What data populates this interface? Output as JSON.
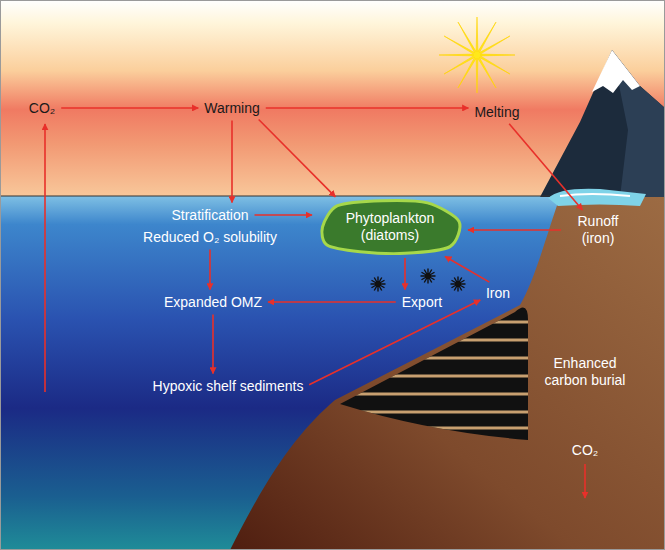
{
  "diagram": {
    "nodes": [
      {
        "text": [
          "CO₂"
        ]
      },
      {
        "text": [
          "Warming"
        ]
      },
      {
        "text": [
          "Melting"
        ]
      },
      {
        "text": [
          "Stratification"
        ]
      },
      {
        "text": [
          "Reduced O₂ solubility"
        ]
      },
      {
        "text": [
          "Phytoplankton (diatoms)"
        ]
      },
      {
        "text": [
          "Runoff (iron)"
        ]
      },
      {
        "text": [
          "Expanded OMZ"
        ]
      },
      {
        "text": [
          "Export"
        ]
      },
      {
        "text": [
          "Iron"
        ]
      },
      {
        "text": [
          "Hypoxic shelf sediments"
        ]
      },
      {
        "text": [
          "Enhanced carbon burial"
        ]
      },
      {
        "text": [
          "CO₂"
        ]
      }
    ],
    "edges": [
      {
        "from": 0,
        "to": 1,
        "arrow": "to"
      },
      {
        "from": 1,
        "to": 2,
        "arrow": "to"
      },
      {
        "from": 1,
        "to": 3,
        "arrow": "to"
      },
      {
        "from": 1,
        "to": 5,
        "arrow": "to"
      },
      {
        "from": 2,
        "to": 6,
        "arrow": "to"
      },
      {
        "from": 6,
        "to": 5,
        "arrow": "to"
      },
      {
        "from": 3,
        "to": 5,
        "arrow": "to"
      },
      {
        "from": 5,
        "to": 8,
        "arrow": "to"
      },
      {
        "from": 8,
        "to": 7,
        "arrow": "to"
      },
      {
        "from": 4,
        "to": 7,
        "arrow": "to"
      },
      {
        "from": 7,
        "to": 10,
        "arrow": "to"
      },
      {
        "from": 10,
        "to": 9,
        "arrow": "to"
      },
      {
        "from": 9,
        "to": 5,
        "arrow": "to"
      }
    ]
  }
}
